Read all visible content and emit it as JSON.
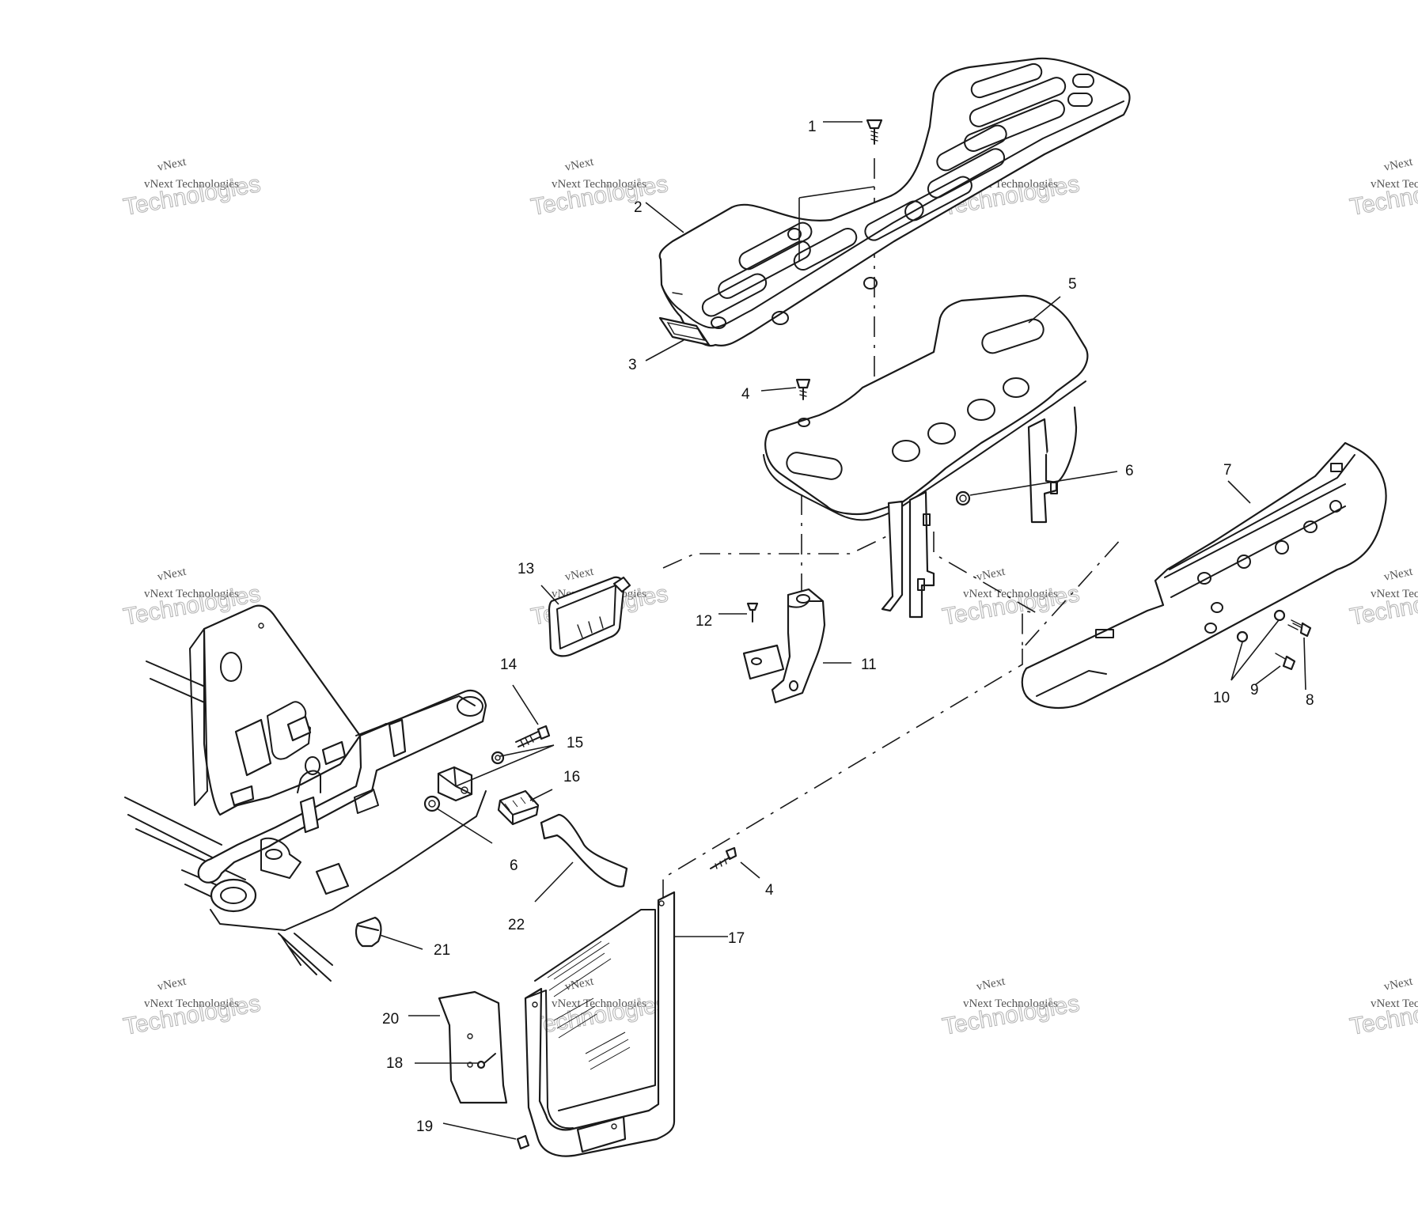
{
  "callouts": [
    {
      "id": "1",
      "text": "1"
    },
    {
      "id": "2",
      "text": "2"
    },
    {
      "id": "3",
      "text": "3"
    },
    {
      "id": "4a",
      "text": "4"
    },
    {
      "id": "4b",
      "text": "4"
    },
    {
      "id": "5",
      "text": "5"
    },
    {
      "id": "6a",
      "text": "6"
    },
    {
      "id": "6b",
      "text": "6"
    },
    {
      "id": "7",
      "text": "7"
    },
    {
      "id": "8",
      "text": "8"
    },
    {
      "id": "9",
      "text": "9"
    },
    {
      "id": "10",
      "text": "10"
    },
    {
      "id": "11",
      "text": "11"
    },
    {
      "id": "12",
      "text": "12"
    },
    {
      "id": "13",
      "text": "13"
    },
    {
      "id": "14",
      "text": "14"
    },
    {
      "id": "15",
      "text": "15"
    },
    {
      "id": "16",
      "text": "16"
    },
    {
      "id": "17",
      "text": "17"
    },
    {
      "id": "18",
      "text": "18"
    },
    {
      "id": "19",
      "text": "19"
    },
    {
      "id": "20",
      "text": "20"
    },
    {
      "id": "21",
      "text": "21"
    },
    {
      "id": "22",
      "text": "22"
    }
  ],
  "watermark": {
    "small": "vNext Technologies",
    "tag": "vNext",
    "large": "Technologies"
  }
}
